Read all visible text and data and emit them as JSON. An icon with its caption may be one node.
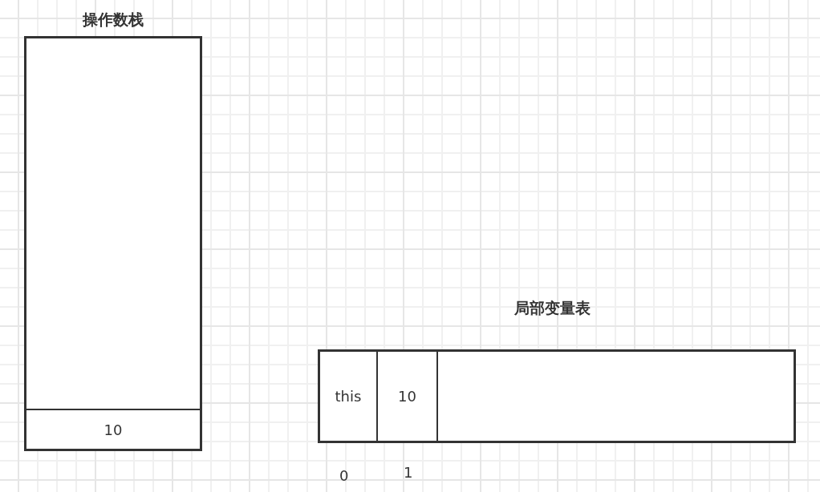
{
  "diagram": {
    "nodes": [
      {
        "text": [
          "操作数栈"
        ]
      },
      {
        "text": [
          "10"
        ],
        "in": 0
      },
      {
        "text": [
          "局部变量表"
        ]
      },
      {
        "text": [
          "this"
        ],
        "in": 2
      },
      {
        "text": [
          "10"
        ],
        "in": 2
      },
      {
        "text": [],
        "shape": "box",
        "in": 2
      }
    ],
    "labels": [
      "0",
      "1"
    ]
  }
}
